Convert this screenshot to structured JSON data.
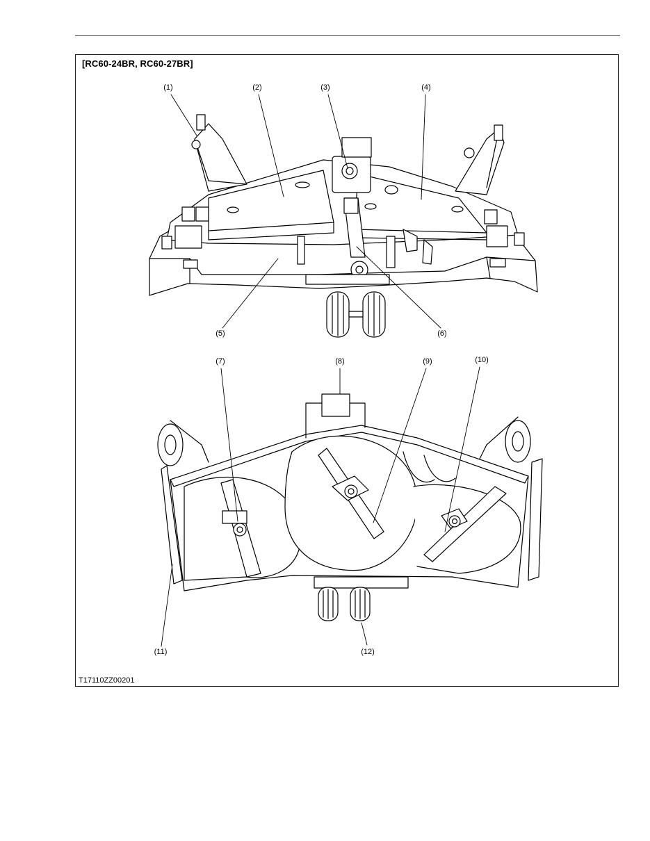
{
  "page": {
    "frame_title": "[RC60-24BR, RC60-27BR]",
    "figure_code": "T17110ZZ00201"
  },
  "callouts": [
    {
      "id": "1",
      "label": "(1)"
    },
    {
      "id": "2",
      "label": "(2)"
    },
    {
      "id": "3",
      "label": "(3)"
    },
    {
      "id": "4",
      "label": "(4)"
    },
    {
      "id": "5",
      "label": "(5)"
    },
    {
      "id": "6",
      "label": "(6)"
    },
    {
      "id": "7",
      "label": "(7)"
    },
    {
      "id": "8",
      "label": "(8)"
    },
    {
      "id": "9",
      "label": "(9)"
    },
    {
      "id": "10",
      "label": "(10)"
    },
    {
      "id": "11",
      "label": "(11)"
    },
    {
      "id": "12",
      "label": "(12)"
    }
  ],
  "colors": {
    "ink": "#000000",
    "paper": "#ffffff"
  }
}
